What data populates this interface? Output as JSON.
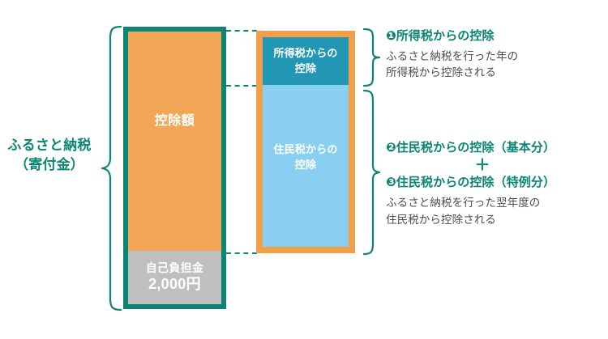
{
  "diagram": {
    "left_label": {
      "line1": "ふるさと納税",
      "line2": "（寄付金）"
    },
    "donation_bar": {
      "deduction_label": "控除額",
      "self_payment": {
        "label": "自己負担金",
        "amount": "2,000円"
      }
    },
    "tax_column": {
      "income_tax": {
        "line1": "所得税からの",
        "line2": "控除"
      },
      "resident_tax": {
        "line1": "住民税からの",
        "line2": "控除"
      }
    },
    "descriptions": [
      {
        "heading": "❶所得税からの控除",
        "body_line1": "ふるさと納税を行った年の",
        "body_line2": "所得税から控除される"
      },
      {
        "heading": "❷住民税からの控除（基本分）",
        "plus": "＋",
        "heading2": "❸住民税からの控除（特例分）",
        "body_line1": "ふるさと納税を行った翌年度の",
        "body_line2": "住民税から控除される"
      }
    ],
    "colors": {
      "teal": "#0b8574",
      "orange_bar": "#f2a757",
      "orange_frame": "#f0a04b",
      "dark_blue": "#2196b5",
      "light_blue": "#89cff0",
      "gray": "#bfbfbf",
      "body_text": "#4d4d4d"
    }
  }
}
